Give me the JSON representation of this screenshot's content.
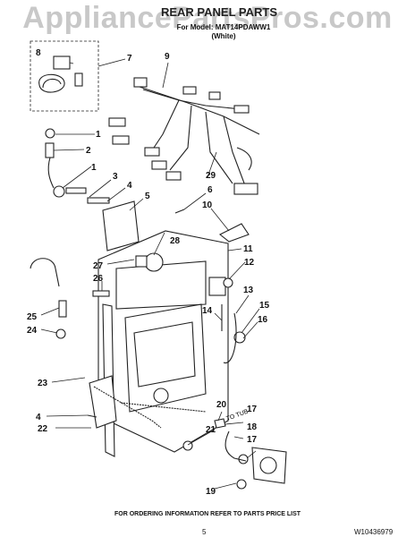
{
  "watermark": "AppliancePartsPros.com",
  "title": "REAR PANEL PARTS",
  "model_line": "For Model: MAT14PDAWW1",
  "color_line": "(White)",
  "to_tub_label": "TO TUB",
  "callouts": [
    "1",
    "1",
    "2",
    "3",
    "4",
    "4",
    "5",
    "6",
    "7",
    "8",
    "9",
    "10",
    "11",
    "12",
    "13",
    "14",
    "15",
    "16",
    "17",
    "17",
    "18",
    "19",
    "20",
    "21",
    "22",
    "23",
    "24",
    "25",
    "26",
    "27",
    "28",
    "29"
  ],
  "footer": "FOR ORDERING INFORMATION REFER TO PARTS PRICE LIST",
  "page_number": "5",
  "doc_number": "W10436979"
}
